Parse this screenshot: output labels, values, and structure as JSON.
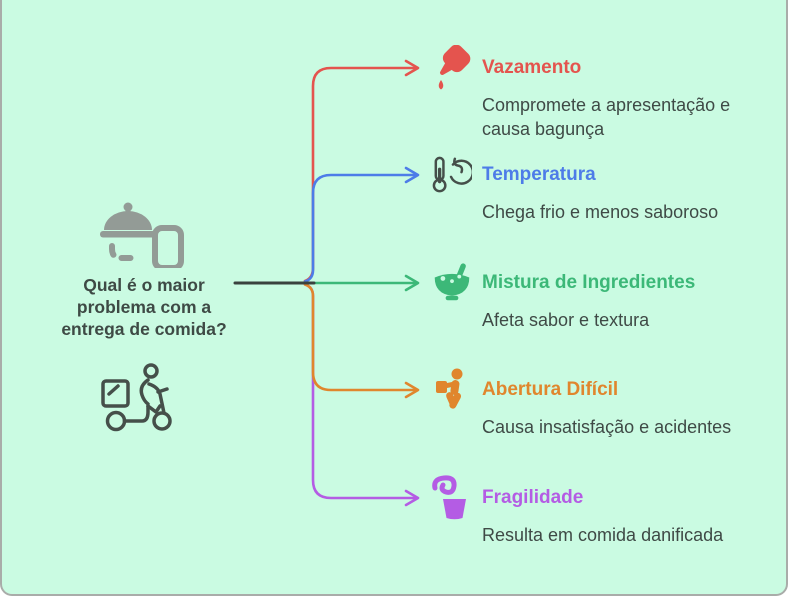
{
  "center": {
    "title": "Qual é o maior problema com a entrega de comida?",
    "title_lines": [
      "Qual é o maior",
      "problema com a",
      "entrega de comida?"
    ],
    "top_icon": "food-cloche-phone-icon",
    "bottom_icon": "delivery-scooter-icon"
  },
  "branches": [
    {
      "label": "Vazamento",
      "description": "Compromete a apresentação e causa bagunça",
      "color": "#e4544e",
      "icon": "sauce-bottle-drip-icon"
    },
    {
      "label": "Temperatura",
      "description": "Chega frio e menos saboroso",
      "color": "#4d7ce8",
      "icon": "thermometer-globe-icon"
    },
    {
      "label": "Mistura de Ingredientes",
      "description": "Afeta sabor e textura",
      "color": "#3cb878",
      "icon": "mixing-bowl-icon"
    },
    {
      "label": "Abertura Difícil",
      "description": "Causa insatisfação e acidentes",
      "color": "#e0862d",
      "icon": "person-walking-icon"
    },
    {
      "label": "Fragilidade",
      "description": "Resulta em comida danificada",
      "color": "#b45ce4",
      "icon": "fragile-cup-icon"
    }
  ],
  "colors": {
    "background": "#cafbe2",
    "card_border": "#a9aca9",
    "connector_stem": "#3a423e",
    "text_dark": "#3f4a46",
    "gray_icon": "#939b96",
    "outline_icon": "#454f4a"
  }
}
